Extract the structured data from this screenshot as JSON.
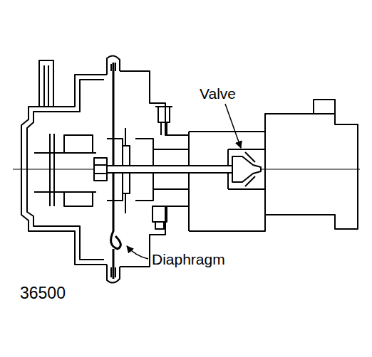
{
  "diagram": {
    "labels": [
      "Valve",
      "Diaphragm",
      "36500"
    ]
  }
}
